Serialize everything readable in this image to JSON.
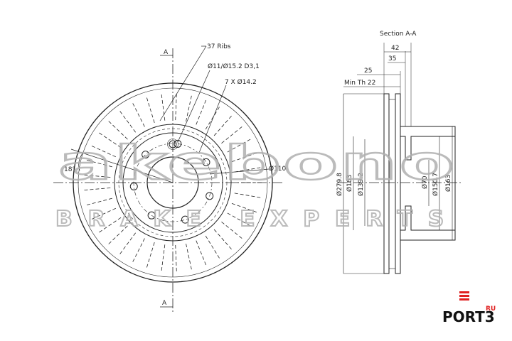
{
  "watermark": {
    "brand_line1": "akebono",
    "brand_line2": "BRAKE EXPERTS"
  },
  "front_view": {
    "section_mark_top": "A",
    "section_mark_bottom": "A",
    "ribs_label": "37 Ribs",
    "hole_label": "Ø11/Ø15.2 D3,1",
    "bolt_label": "7 X Ø14.2",
    "angle_label": "18°",
    "pcd_label": "Ø110"
  },
  "section_view": {
    "title": "Section A-A",
    "dim_42": "42",
    "dim_35": "35",
    "dim_25": "25",
    "min_th": "Min Th 22",
    "dia_279_8": "Ø279.8",
    "dia_163_left": "Ø163",
    "dia_139_2": "Ø139.2",
    "dia_70": "Ø70",
    "dia_150_7": "Ø150.7",
    "dia_163_right": "Ø163"
  },
  "logo": {
    "text": "PORT3",
    "suffix": "RU",
    "accent_color": "#e02020"
  }
}
